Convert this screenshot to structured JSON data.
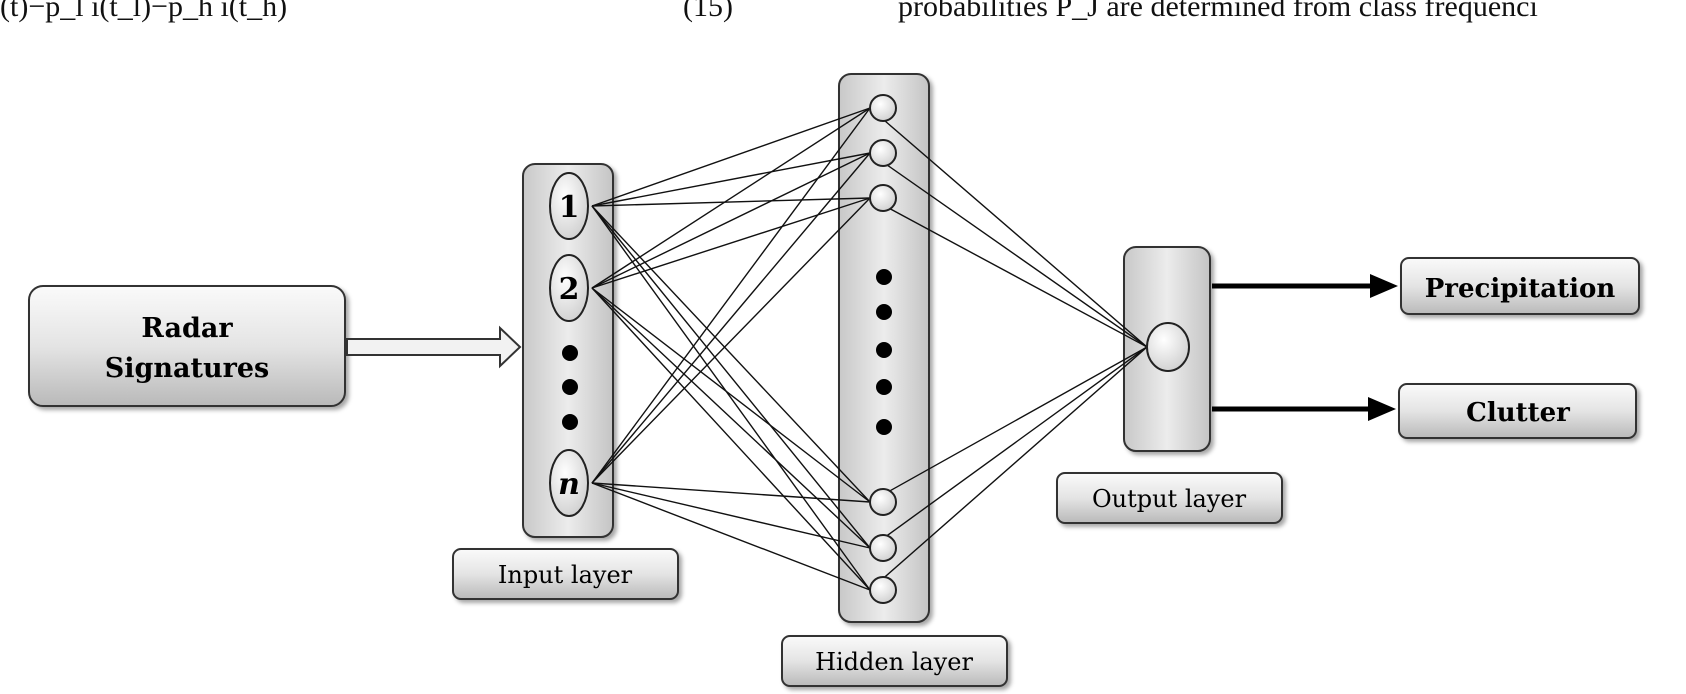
{
  "header": {
    "equation_fragment": "(t)−p_l i(t_l)−p_h i(t_h)",
    "equation_number": "(15)",
    "text_fragment": "probabilities P_J are determined from class frequenci"
  },
  "diagram": {
    "source": {
      "line1": "Radar",
      "line2": "Signatures"
    },
    "input_layer": {
      "label": "Input layer",
      "nodes": [
        "1",
        "2",
        "n"
      ]
    },
    "hidden_layer": {
      "label": "Hidden layer"
    },
    "output_layer": {
      "label": "Output layer"
    },
    "outputs": [
      "Precipitation",
      "Clutter"
    ]
  }
}
